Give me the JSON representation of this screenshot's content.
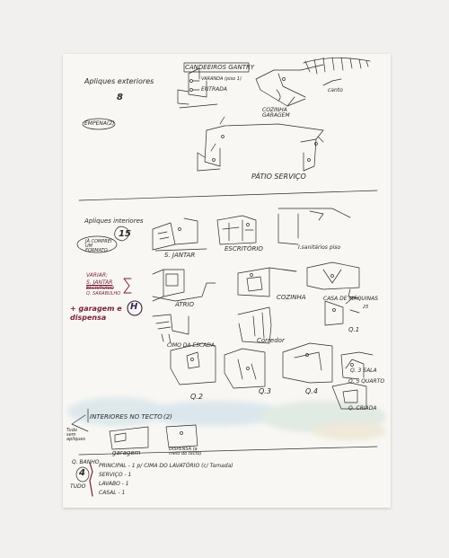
{
  "sheet": {
    "top": {
      "title": "Apliques exteriores",
      "count": "8",
      "candeeiros_label": "CANDEEIROS GANTRY",
      "varanda": "VARANDA (piso 1)",
      "entrada": "ENTRADA",
      "note_empenas": "EMPENA(2)",
      "cozinha_garagem": "COZINHA GARAGEM",
      "canto_nota": "canto",
      "patio": "PÁTIO SERVIÇO"
    },
    "middle": {
      "title": "Apliques interiores",
      "count": "15",
      "ja_comprei": "JÁ COMPREI UM FORMATO",
      "vao_labels": [
        "S. JANTAR",
        "ESCRITÓRIO",
        "I.sanitários piso"
      ],
      "variar_title": "VARIAR:",
      "variar_items": [
        "S. JANTAR",
        "ESCRITÓRIO",
        "Q. SARABULHO"
      ],
      "garagem_note": "+ garagem e dispensa",
      "circle_h": "H",
      "row2": [
        "ÁTRIO",
        "COZINHA",
        "CASA DE MÁQUINAS"
      ],
      "row3": [
        "CIMO DA ESCADA",
        "Corredor",
        "Q.1"
      ],
      "row4": [
        "Q.2",
        "Q.3",
        "Q.4",
        "Q. 3 SALA",
        "Q. 5 QUARTO",
        "Q. CRIADA"
      ],
      "q1_note": "25"
    },
    "bottom": {
      "title": "INTERIORES NO TECTO",
      "count": "(2)",
      "side_note": "Tudo sem apliques",
      "labels": [
        "garagem",
        "DISPENSA (a meio do tecto)"
      ],
      "list_left": [
        "Q. BANHO",
        "4",
        "TUDO"
      ],
      "list": [
        "PRINCIPAL - 1 p/ CIMA DO LAVATÓRIO (c/ Tomada)",
        "SERVIÇO - 1",
        "LAVABO - 1",
        "CASAL - 1"
      ]
    }
  },
  "colors": {
    "ink": "#2a2a2a",
    "red_ink": "#7a1e3a",
    "watercolor": "#bcd8e6",
    "paper": "#f8f7f3",
    "background": "#f1f0ee"
  }
}
